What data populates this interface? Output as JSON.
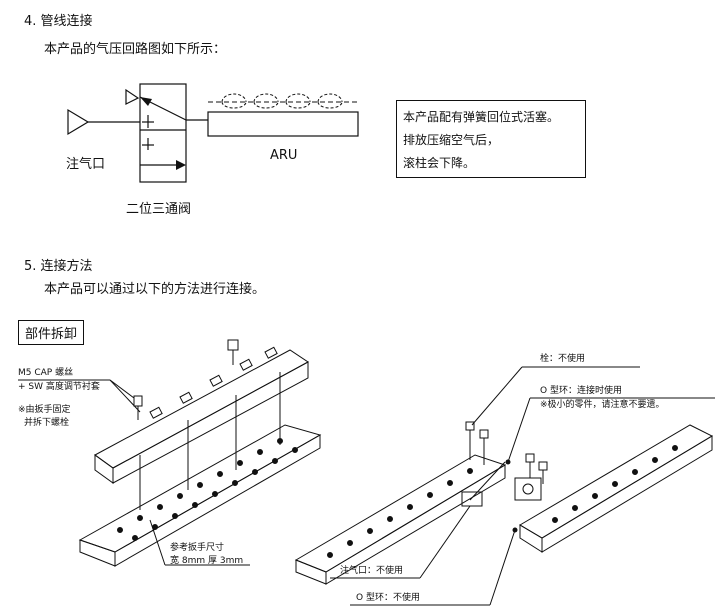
{
  "section4": {
    "heading": "4. 管线连接",
    "intro": "本产品的气压回路图如下所示：",
    "diagram": {
      "inlet_label": "注气口",
      "valve_label": "二位三通阀",
      "aru_label": "ARU",
      "note_lines": [
        "本产品配有弹簧回位式活塞。",
        "排放压缩空气后，",
        "滚柱会下降。"
      ]
    }
  },
  "section5": {
    "heading": "5. 连接方法",
    "intro": "本产品可以通过以下的方法进行连接。",
    "parts_box": "部件拆卸",
    "left_labels": {
      "screw": "M5 CAP 螺丝",
      "shim": "+ SW 高度调节衬套",
      "note1": "※由扳手固定",
      "note2": "并拆下螺栓",
      "wrench": "参考扳手尺寸",
      "wrench_size": "宽 8mm 厚 3mm"
    },
    "right_labels": {
      "plug": "栓：不使用",
      "oring_used": "O 型环：连接时使用",
      "oring_note": "※极小的零件，请注意不要遗。",
      "inlet": "注气口：不使用",
      "oring_unused": "O 型环：不使用"
    }
  }
}
